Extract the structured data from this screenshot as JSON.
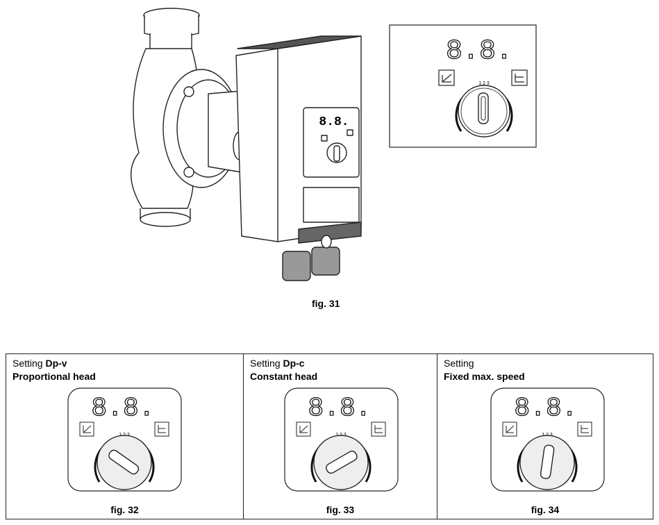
{
  "figures": {
    "fig31_caption": "fig. 31",
    "pump_display": "8.8.",
    "inset_display": "8.8.",
    "speed_marks": "1 2 3"
  },
  "settings": [
    {
      "prefix": "Setting",
      "mode": "Dp-v",
      "description": "Proportional head",
      "caption": "fig. 32",
      "display": "8.8.",
      "speed_marks": "1 2 3"
    },
    {
      "prefix": "Setting",
      "mode": "Dp-c",
      "description": "Constant head",
      "caption": "fig. 33",
      "display": "8.8.",
      "speed_marks": "1 2 3"
    },
    {
      "prefix": "Setting",
      "mode": "",
      "description": "Fixed max. speed",
      "caption": "fig. 34",
      "display": "8.8.",
      "speed_marks": "1 2 3"
    }
  ]
}
